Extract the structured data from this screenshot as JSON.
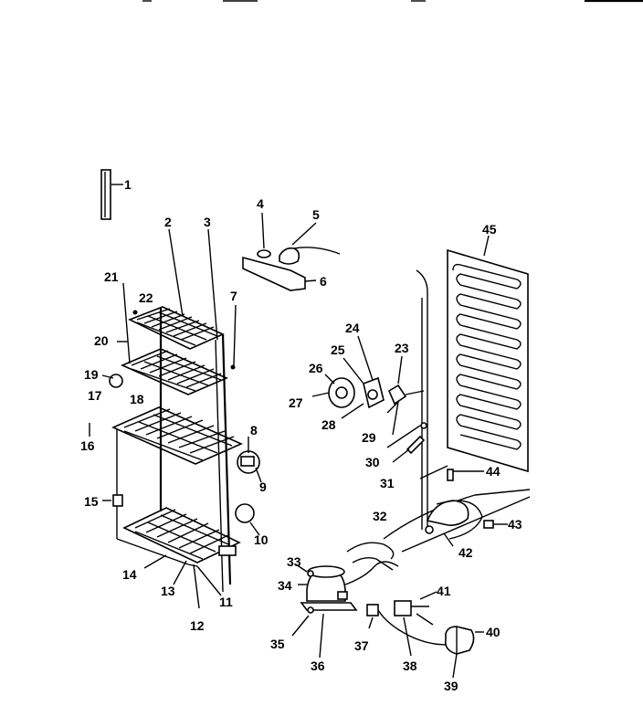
{
  "callouts": [
    "1",
    "2",
    "3",
    "4",
    "5",
    "6",
    "7",
    "8",
    "9",
    "10",
    "11",
    "12",
    "13",
    "14",
    "15",
    "16",
    "17",
    "18",
    "19",
    "20",
    "21",
    "22",
    "23",
    "24",
    "25",
    "26",
    "27",
    "28",
    "29",
    "30",
    "31",
    "32",
    "33",
    "34",
    "35",
    "36",
    "37",
    "38",
    "39",
    "40",
    "41",
    "42",
    "43",
    "44",
    "45"
  ]
}
